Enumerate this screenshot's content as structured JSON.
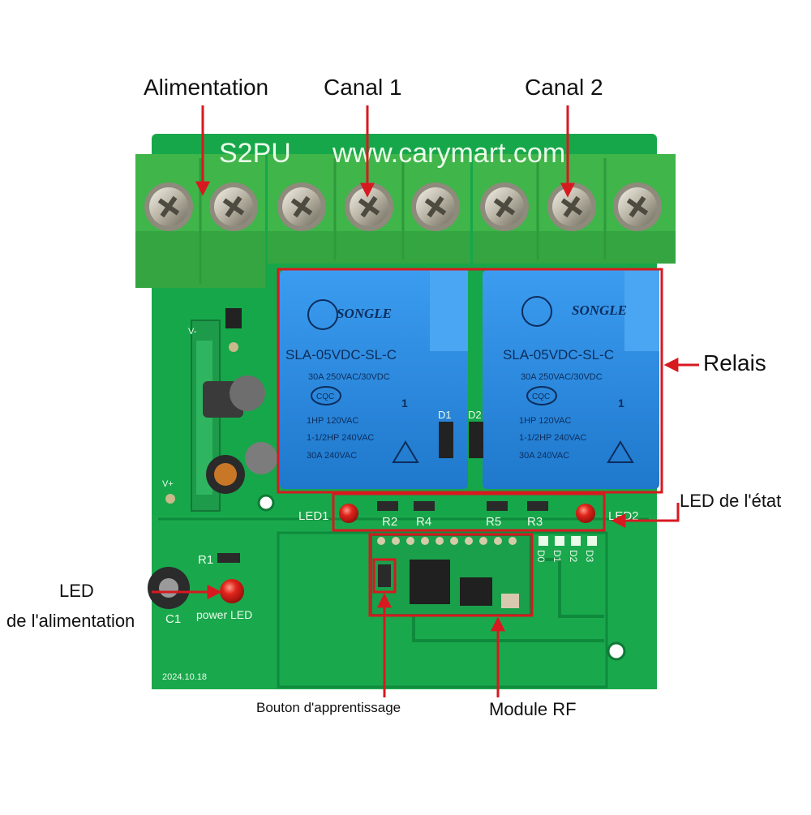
{
  "labels": {
    "alimentation": "Alimentation",
    "canal1": "Canal 1",
    "canal2": "Canal 2",
    "relais": "Relais",
    "led_etat": "LED de l'état",
    "led_alim_line1": "LED",
    "led_alim_line2": "de l'alimentation",
    "bouton": "Bouton d'apprentissage",
    "module_rf": "Module RF"
  },
  "board": {
    "model_marking": "S2PU",
    "website": "www.carymart.com",
    "date_marking": "2024.10.18",
    "power_led_label": "power LED",
    "r1_label": "R1",
    "c1_label": "C1",
    "led1_label": "LED1",
    "led2_label": "LED2",
    "resistor_labels": [
      "R2",
      "R4",
      "R5",
      "R3"
    ],
    "diode_labels": [
      "D1",
      "D2"
    ],
    "data_pins": [
      "D0",
      "D1",
      "D2",
      "D3"
    ],
    "vin_plus": "V+",
    "vin_minus": "V-",
    "relays": [
      {
        "brand": "SONGLE",
        "model": "SLA-05VDC-SL-C",
        "specs": [
          "30A  250VAC/30VDC",
          "1HP 120VAC",
          "1-1/2HP 240VAC",
          "30A 240VAC"
        ],
        "cqc": "CQC",
        "ul_mark": "1"
      },
      {
        "brand": "SONGLE",
        "model": "SLA-05VDC-SL-C",
        "specs": [
          "30A  250VAC/30VDC",
          "1HP 120VAC",
          "1-1/2HP 240VAC",
          "30A 240VAC"
        ],
        "cqc": "CQC",
        "ul_mark": "1"
      }
    ]
  },
  "colors": {
    "pcb_green": "#16a74a",
    "pcb_dark": "#0f8a3b",
    "terminal_green": "#3fb54a",
    "relay_blue": "#2f8ee0",
    "highlight_red": "#d71920",
    "led_red": "#e0241b"
  }
}
